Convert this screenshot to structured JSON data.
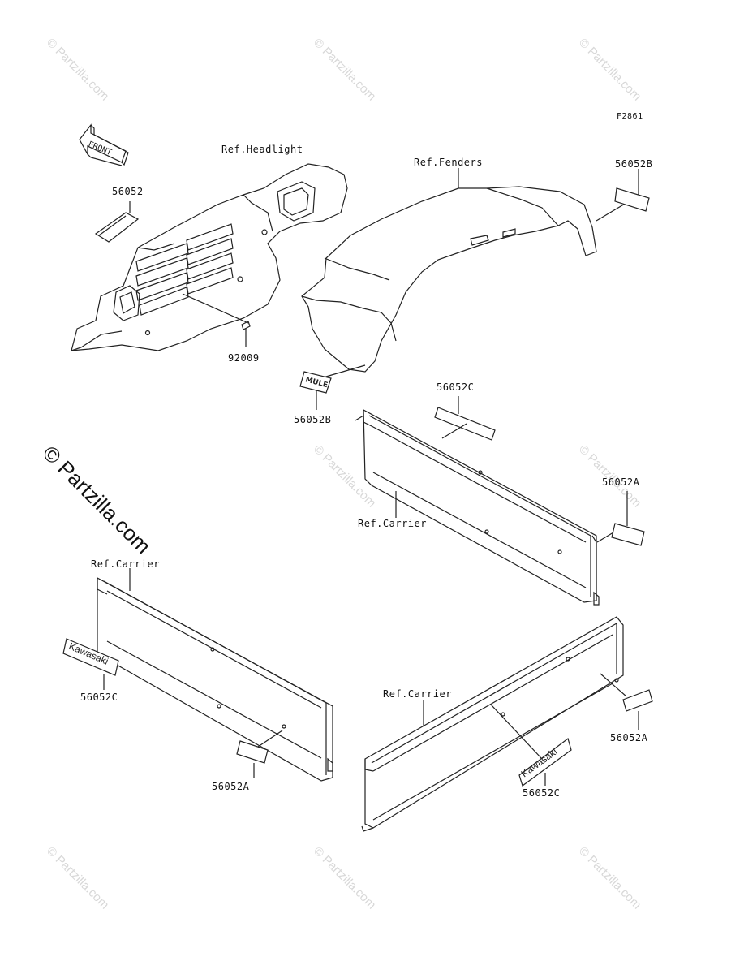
{
  "figure_code": "F2861",
  "front_arrow_label": "FRONT",
  "watermark_text": "© Partzilla.com",
  "watermark_main": "© Partzilla.com",
  "callouts": {
    "headlight": "Ref.Headlight",
    "fenders": "Ref.Fenders",
    "p56052": "56052",
    "p56052b_top": "56052B",
    "p92009": "92009",
    "p56052b_mid": "56052B",
    "p56052c_top": "56052C",
    "p56052a_right": "56052A",
    "carrier_mid": "Ref.Carrier",
    "carrier_left": "Ref.Carrier",
    "p56052c_left": "56052C",
    "p56052a_left": "56052A",
    "carrier_right": "Ref.Carrier",
    "p56052a_low": "56052A",
    "p56052c_low": "56052C"
  },
  "decals": {
    "kawasaki": "Kawasaki",
    "mule": "MULE"
  },
  "colors": {
    "line": "#222222",
    "shade": "#cfcfcf",
    "watermark": "#d8d8d8"
  }
}
